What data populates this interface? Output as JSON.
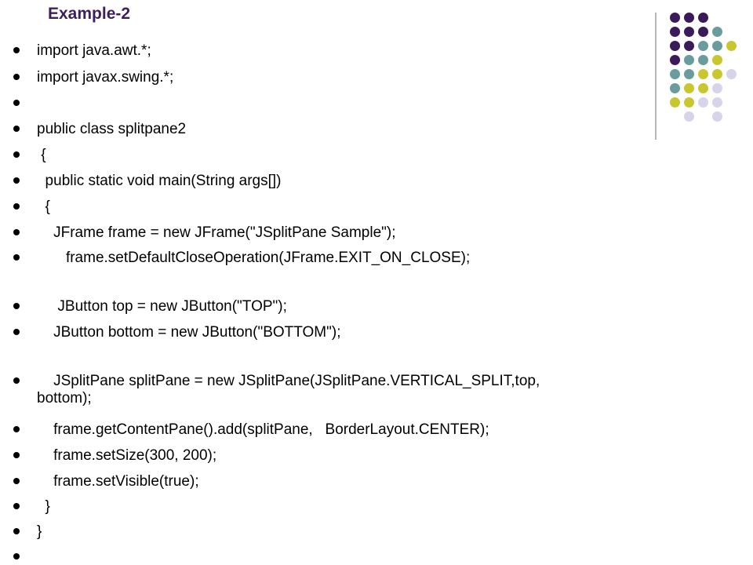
{
  "slide": {
    "title": "Example-2",
    "lines": [
      "import java.awt.*;",
      "import javax.swing.*;",
      "",
      "public class splitpane2",
      " {",
      "  public static void main(String args[])",
      "  {",
      "    JFrame frame = new JFrame(\"JSplitPane Sample\");",
      "       frame.setDefaultCloseOperation(JFrame.EXIT_ON_CLOSE);",
      "     JButton top = new JButton(\"TOP\");",
      "    JButton bottom = new JButton(\"BOTTOM\");",
      "    JSplitPane splitPane = new JSplitPane(JSplitPane.VERTICAL_SPLIT,top,\nbottom);",
      "    frame.getContentPane().add(splitPane,   BorderLayout.CENTER);",
      "    frame.setSize(300, 200);",
      "    frame.setVisible(true);",
      "  }",
      "}",
      ""
    ]
  },
  "theme": {
    "title_color": "#3d1f5e",
    "dot_colors": [
      "#3b1a5a",
      "#6b9c9d",
      "#c9c730",
      "#d6d4ea"
    ]
  }
}
